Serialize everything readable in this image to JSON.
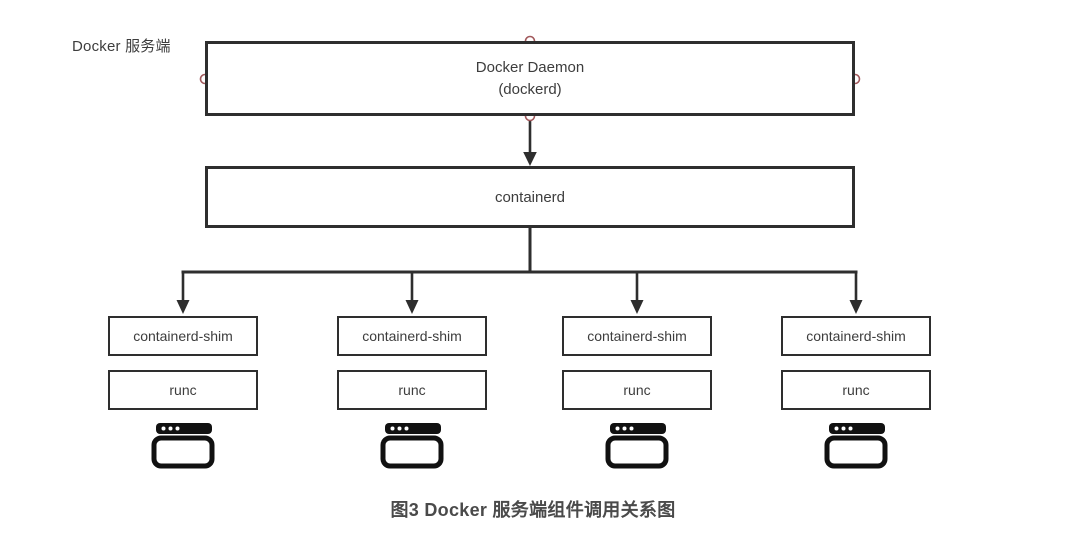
{
  "page": {
    "caption": "图3 Docker 服务端组件调用关系图"
  },
  "diagram": {
    "group_label": "Docker 服务端",
    "daemon": {
      "line1": "Docker Daemon",
      "line2": "(dockerd)"
    },
    "containerd": {
      "label": "containerd"
    },
    "columns": [
      {
        "shim": "containerd-shim",
        "runtime": "runc",
        "icon": "terminal-window-icon"
      },
      {
        "shim": "containerd-shim",
        "runtime": "runc",
        "icon": "terminal-window-icon"
      },
      {
        "shim": "containerd-shim",
        "runtime": "runc",
        "icon": "terminal-window-icon"
      },
      {
        "shim": "containerd-shim",
        "runtime": "runc",
        "icon": "terminal-window-icon"
      }
    ]
  },
  "colors": {
    "background": "#ffffff",
    "line": "#2e2e2e",
    "box_border": "#2e2e2e",
    "text": "#3d3d3d",
    "anchor": "#a2595c",
    "caption": "#4a4a4a",
    "icon": "#111111"
  }
}
